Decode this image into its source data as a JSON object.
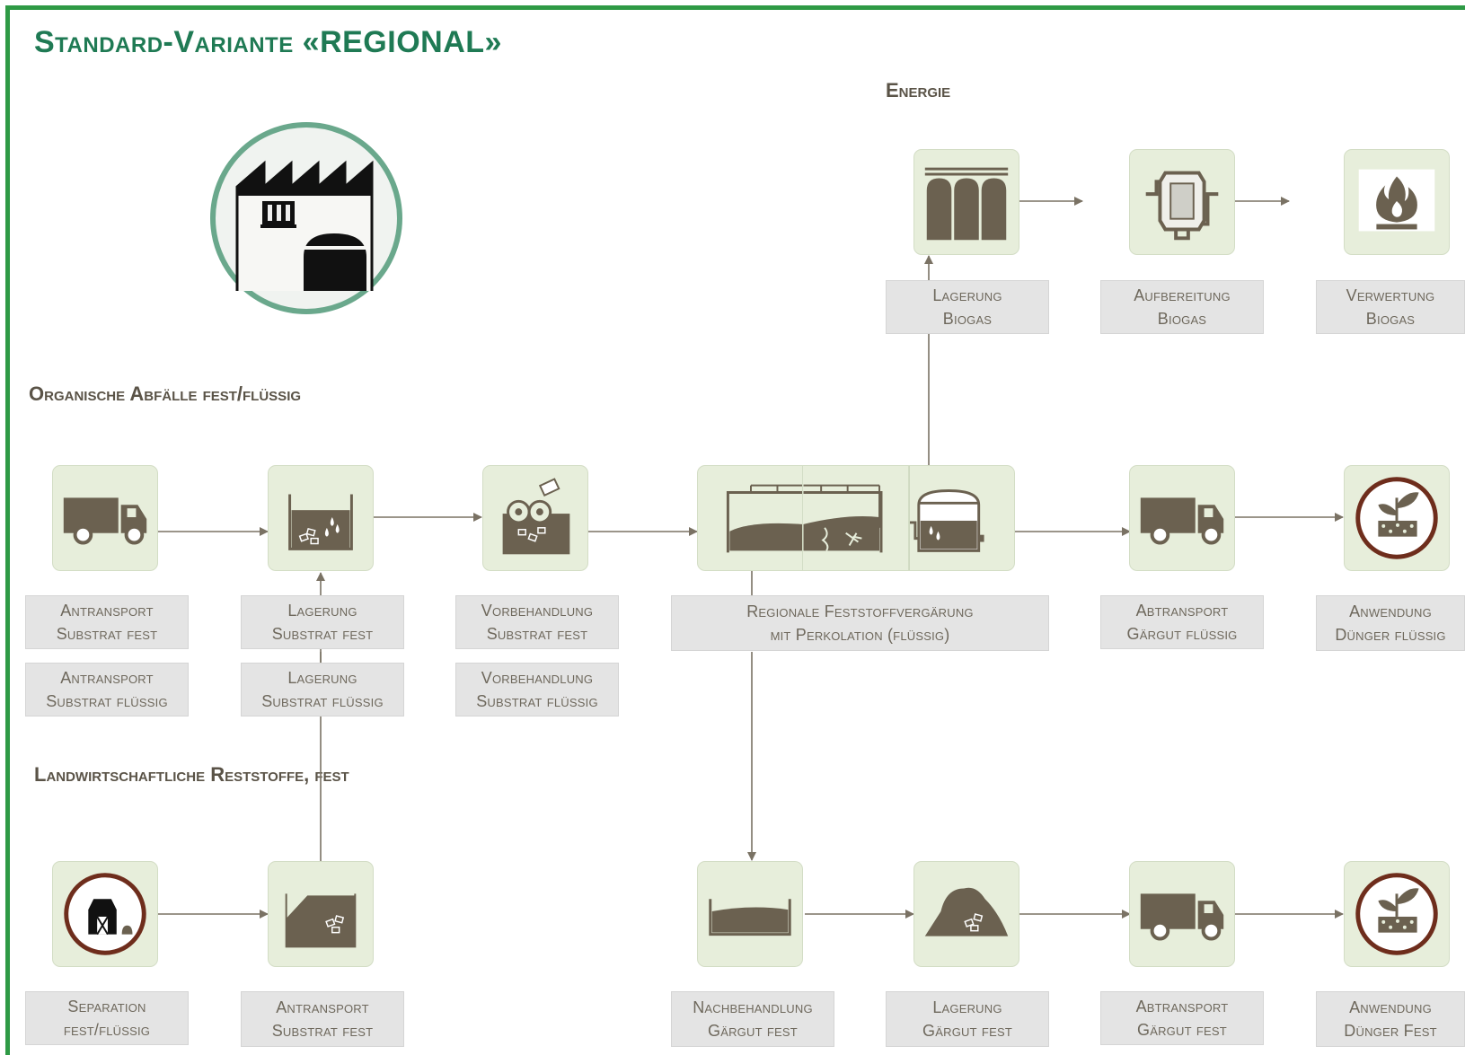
{
  "title": "Standard-Variante «REGIONAL»",
  "sections": {
    "energie": "Energie",
    "organische": "Organische Abfälle fest/flüssig",
    "landwirtschaftliche": "Landwirtschaftliche Reststoffe, fest"
  },
  "labels": {
    "lagerung_biogas": "Lagerung\nBiogas",
    "aufbereitung_biogas": "Aufbereitung\nBiogas",
    "verwertung_biogas": "Verwertung\nBiogas",
    "antransport_fest": "Antransport\nSubstrat fest",
    "antransport_fluessig": "Antransport\nSubstrat flüssig",
    "lagerung_fest": "Lagerung\nSubstrat fest",
    "lagerung_fluessig": "Lagerung\nSubstrat flüssig",
    "vorbehandlung_fest": "Vorbehandlung\nSubstrat fest",
    "vorbehandlung_fluessig": "Vorbehandlung\nSubstrat flüssig",
    "vergaerung": "Regionale Feststoffvergärung\nmit Perkolation (flüssig)",
    "abtransport_fluessig": "Abtransport\nGärgut flüssig",
    "anwendung_fluessig": "Anwendung\nDünger flüssig",
    "separation": "Separation\nfest/flüssig",
    "antransport_fest_2": "Antransport\nSubstrat fest",
    "nachbehandlung": "Nachbehandlung\nGärgut fest",
    "lagerung_gaergut": "Lagerung\nGärgut fest",
    "abtransport_fest": "Abtransport\nGärgut fest",
    "anwendung_fest": "Anwendung\nDünger Fest"
  },
  "icons": {
    "factory": "factory-icon",
    "gas_tanks": "gas-storage-tanks-icon",
    "gas_upgrading": "gas-upgrading-unit-icon",
    "flame": "flame-burner-icon",
    "truck": "truck-icon",
    "storage_bin": "substrate-storage-icon",
    "shredder": "pretreatment-shredder-icon",
    "digester": "digester-tunnel-icon",
    "percolate_tank": "percolate-tank-icon",
    "fertilizer": "fertilizer-plant-icon",
    "barn": "barn-icon",
    "solid_storage": "solid-substrate-storage-icon",
    "post_treatment": "post-treatment-basin-icon",
    "compost_heap": "digestate-heap-icon"
  },
  "colors": {
    "title": "#1f7a54",
    "frame": "#2e9a45",
    "icon_fill": "#6b6150",
    "box_bg": "#e7eedb",
    "label_bg": "#e4e4e4",
    "arrow": "#7a7264",
    "ring": "#6e2d1c",
    "factory_ring": "#6aa88c"
  }
}
